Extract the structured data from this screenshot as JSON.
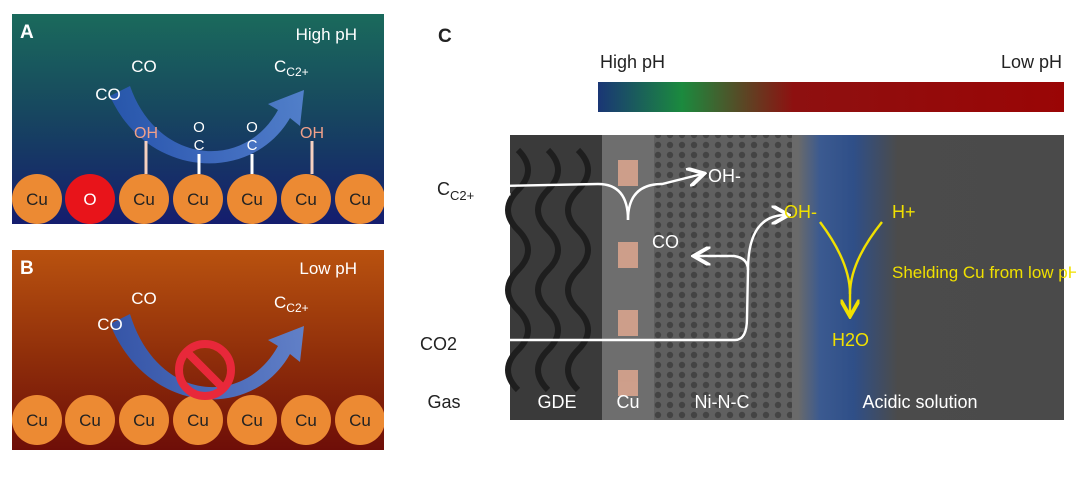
{
  "panel_a": {
    "letter": "A",
    "ph_label": "High pH",
    "co_top": "CO",
    "co_left": "CO",
    "product": "C2+",
    "oh_left": "OH",
    "oh_right": "OH",
    "bond_o": "O",
    "bond_c": "C",
    "atoms": [
      "Cu",
      "O",
      "Cu",
      "Cu",
      "Cu",
      "Cu",
      "Cu"
    ],
    "colors": {
      "cu": "#ec8a33",
      "o": "#e8141a",
      "oh": "#f0a08a",
      "bg_top": "#1a6a5c",
      "bg_bottom": "#151d6e"
    }
  },
  "panel_b": {
    "letter": "B",
    "ph_label": "Low pH",
    "co_top": "CO",
    "co_left": "CO",
    "product": "C2+",
    "blocked_icon": "prohibition-icon",
    "atoms": [
      "Cu",
      "Cu",
      "Cu",
      "Cu",
      "Cu",
      "Cu",
      "Cu"
    ],
    "colors": {
      "cu": "#ec8a33",
      "prohibit": "#e8283a"
    }
  },
  "panel_c": {
    "letter": "C",
    "high_ph": "High pH",
    "low_ph": "Low pH",
    "gradient_colors": [
      "#1a3675",
      "#1b8a3e",
      "#8e1010",
      "#9a0505"
    ],
    "inputs": {
      "c2": "C2+",
      "co2": "CO2"
    },
    "species": {
      "oh_top": "OH-",
      "co": "CO",
      "oh_mid": "OH-",
      "h_plus": "H+",
      "water": "H2O"
    },
    "annotation": "Shelding Cu from low pH",
    "layers": [
      "Gas",
      "GDE",
      "Cu",
      "Ni-N-C",
      "Acidic solution"
    ],
    "colors": {
      "annotation": "#f0e000",
      "arrows": "#ffffff"
    }
  }
}
